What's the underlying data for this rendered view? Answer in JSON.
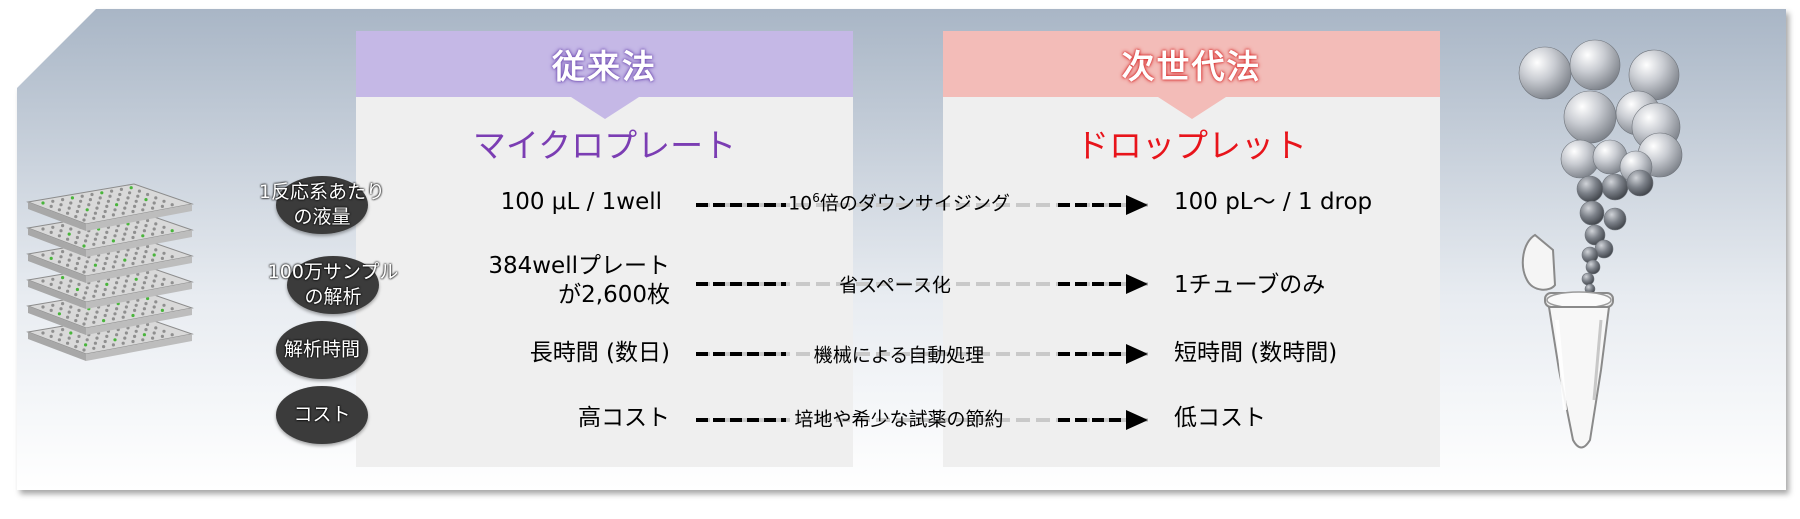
{
  "columns": {
    "left": {
      "header": "従来法",
      "subtitle": "マイクロプレート"
    },
    "right": {
      "header": "次世代法",
      "subtitle": "ドロップレット"
    }
  },
  "rows": [
    {
      "label": "1反応系あたり\nの液量",
      "left_value": "100 μL / 1well",
      "arrow_base": "10",
      "arrow_sup": "6",
      "arrow_text": "倍のダウンサイジング",
      "right_value": "100 pL～ / 1 drop"
    },
    {
      "label": "100万サンプル\nの解析",
      "left_value": "384wellプレート\nが2,600枚",
      "arrow_base": "",
      "arrow_sup": "",
      "arrow_text": "省スペース化",
      "right_value": "1チューブのみ"
    },
    {
      "label": "解析時間",
      "left_value": "長時間 (数日)",
      "arrow_base": "",
      "arrow_sup": "",
      "arrow_text": "機械による自動処理",
      "right_value": "短時間 (数時間)"
    },
    {
      "label": "コスト",
      "left_value": "高コスト",
      "arrow_base": "",
      "arrow_sup": "",
      "arrow_text": "培地や希少な試薬の節約",
      "right_value": "低コスト"
    }
  ],
  "colors": {
    "left_accent": "#7b3db3",
    "right_accent": "#e8141b",
    "left_header_bg": "#c5b8e6",
    "right_header_bg": "#f3bcb8",
    "label_bubble": "#3b3b3b"
  },
  "icons": {
    "left_illustration": "stacked-microplates-icon",
    "right_illustration": "droplet-tube-icon"
  }
}
